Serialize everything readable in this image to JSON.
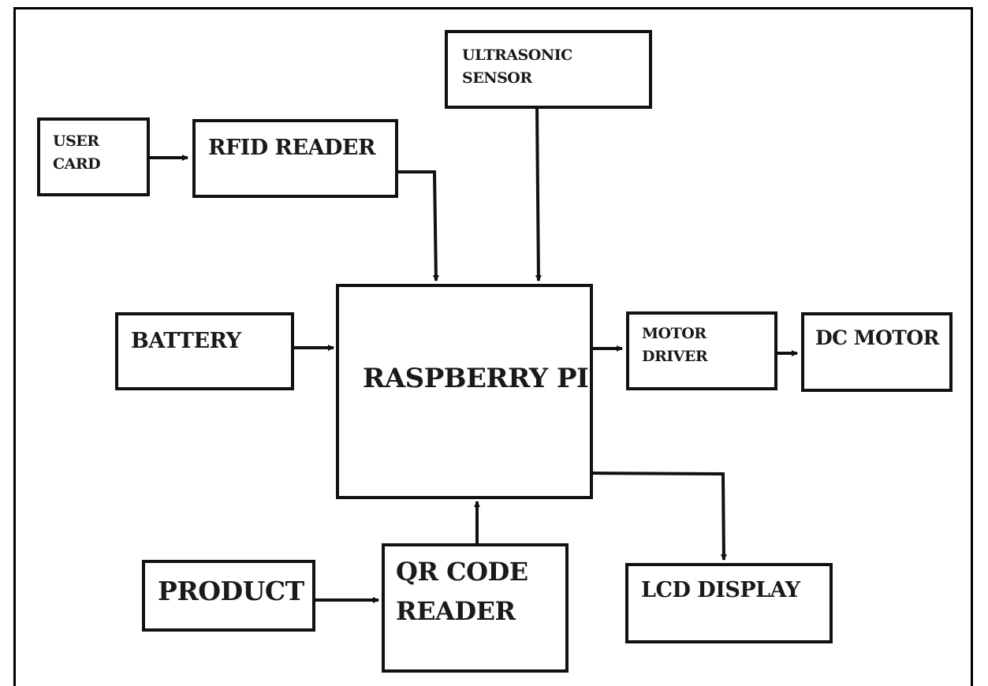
{
  "diagram": {
    "title": "",
    "blocks": {
      "user_card": "USER\nCARD",
      "rfid_reader": "RFID READER",
      "ultrasonic_sensor": "ULTRASONIC\nSENSOR",
      "battery": "BATTERY",
      "raspberry_pi": "RASPBERRY PI",
      "motor_driver": "MOTOR\nDRIVER",
      "dc_motor": "DC MOTOR",
      "product": "PRODUCT",
      "qr_code_reader": "QR CODE\nREADER",
      "lcd_display": "LCD DISPLAY"
    },
    "connections": [
      {
        "from": "USER CARD",
        "to": "RFID READER"
      },
      {
        "from": "RFID READER",
        "to": "RASPBERRY PI"
      },
      {
        "from": "ULTRASONIC SENSOR",
        "to": "RASPBERRY PI"
      },
      {
        "from": "BATTERY",
        "to": "RASPBERRY PI"
      },
      {
        "from": "RASPBERRY PI",
        "to": "MOTOR DRIVER"
      },
      {
        "from": "MOTOR DRIVER",
        "to": "DC MOTOR"
      },
      {
        "from": "PRODUCT",
        "to": "QR CODE READER"
      },
      {
        "from": "QR CODE READER",
        "to": "RASPBERRY PI"
      },
      {
        "from": "RASPBERRY PI",
        "to": "LCD DISPLAY"
      }
    ]
  }
}
